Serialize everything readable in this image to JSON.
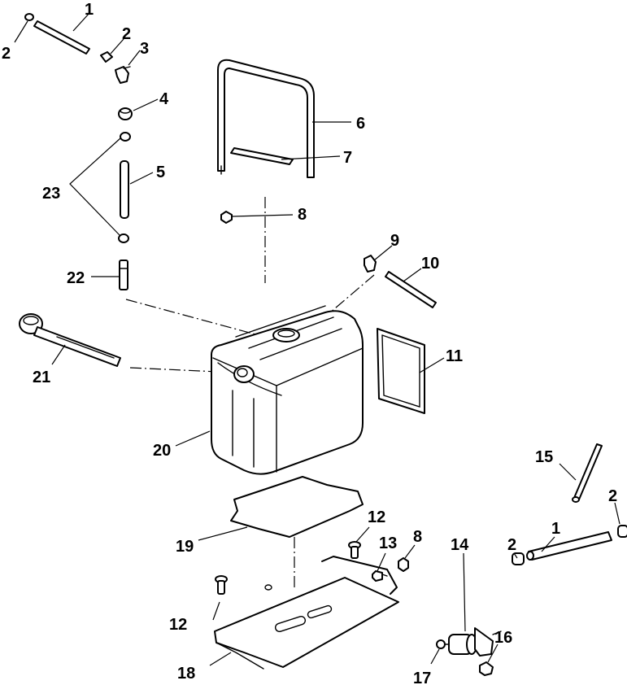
{
  "diagram": {
    "callouts": {
      "c1a": "1",
      "c2a": "2",
      "c2b": "2",
      "c3": "3",
      "c4": "4",
      "c5": "5",
      "c6": "6",
      "c7": "7",
      "c8a": "8",
      "c9": "9",
      "c10": "10",
      "c11": "11",
      "c12a": "12",
      "c12b": "12",
      "c13": "13",
      "c8b": "8",
      "c14": "14",
      "c15": "15",
      "c2c": "2",
      "c1b": "1",
      "c2d": "2",
      "c16": "16",
      "c17": "17",
      "c18": "18",
      "c19": "19",
      "c20": "20",
      "c21": "21",
      "c22": "22",
      "c23": "23"
    }
  }
}
